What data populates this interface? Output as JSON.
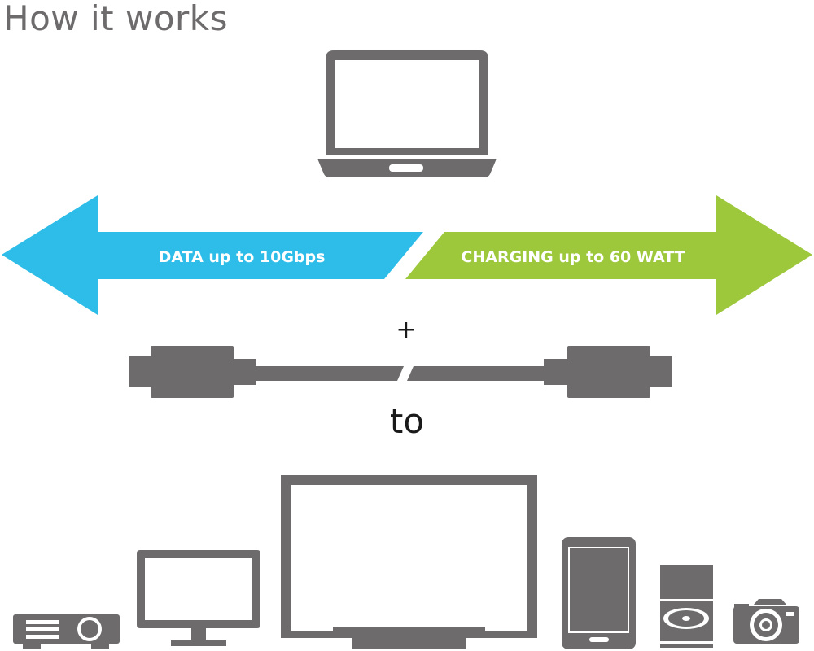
{
  "title": "How it works",
  "arrows": {
    "data_label": "DATA up to 10Gbps",
    "charging_label": "CHARGING up to 60 WATT",
    "data_color": "#2ebde9",
    "charging_color": "#9dc83c"
  },
  "plus_label": "+",
  "to_label": "to",
  "icon_color": "#6d6b6c",
  "devices": [
    "laptop-icon",
    "projector-icon",
    "monitor-icon",
    "tv-icon",
    "smartphone-icon",
    "disc-drive-icon",
    "camera-icon"
  ]
}
